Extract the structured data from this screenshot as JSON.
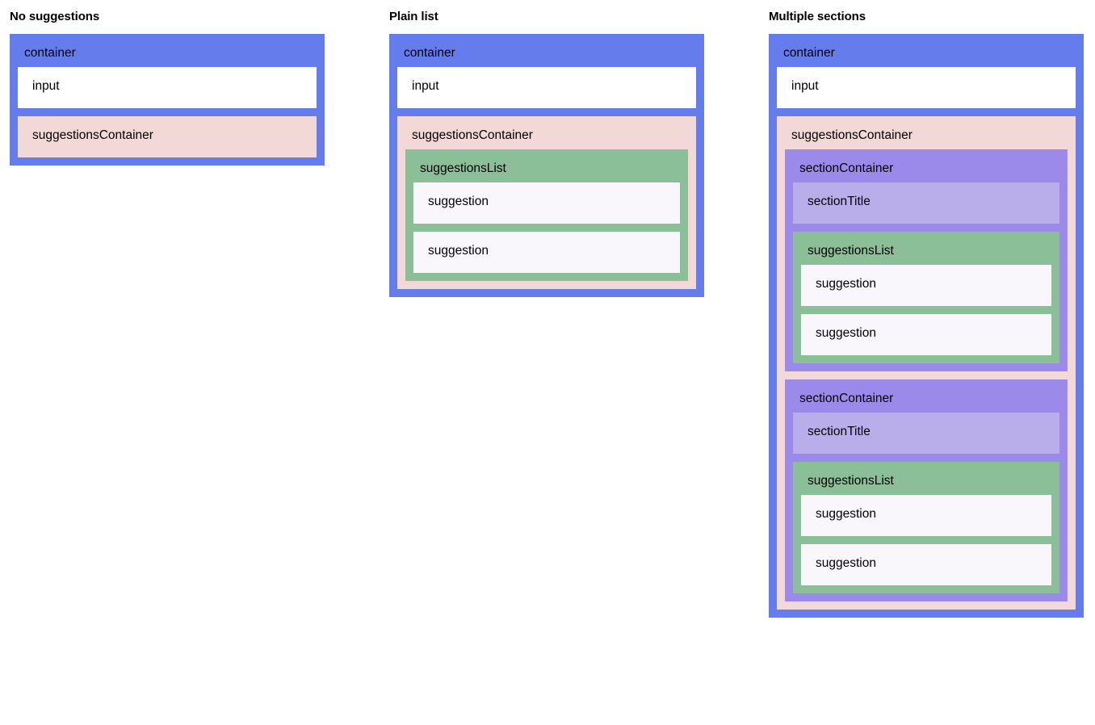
{
  "page": {
    "background": "#ffffff",
    "colors": {
      "container": "#657ced",
      "input": "#ffffff",
      "suggestionsContainer": "#f2d8d6",
      "suggestionsList": "#8bbf97",
      "suggestion": "#f9f7fc",
      "sectionContainer": "#9b8aea",
      "sectionTitle": "#b9aeea",
      "text": "#000000"
    }
  },
  "columns": [
    {
      "title": "No suggestions",
      "container_label": "container",
      "input_label": "input",
      "suggestions_container_label": "suggestionsContainer"
    },
    {
      "title": "Plain list",
      "container_label": "container",
      "input_label": "input",
      "suggestions_container_label": "suggestionsContainer",
      "suggestions_list_label": "suggestionsList",
      "suggestions": [
        {
          "label": "suggestion"
        },
        {
          "label": "suggestion"
        }
      ]
    },
    {
      "title": "Multiple sections",
      "container_label": "container",
      "input_label": "input",
      "suggestions_container_label": "suggestionsContainer",
      "sections": [
        {
          "section_container_label": "sectionContainer",
          "section_title_label": "sectionTitle",
          "suggestions_list_label": "suggestionsList",
          "suggestions": [
            {
              "label": "suggestion"
            },
            {
              "label": "suggestion"
            }
          ]
        },
        {
          "section_container_label": "sectionContainer",
          "section_title_label": "sectionTitle",
          "suggestions_list_label": "suggestionsList",
          "suggestions": [
            {
              "label": "suggestion"
            },
            {
              "label": "suggestion"
            }
          ]
        }
      ]
    }
  ]
}
